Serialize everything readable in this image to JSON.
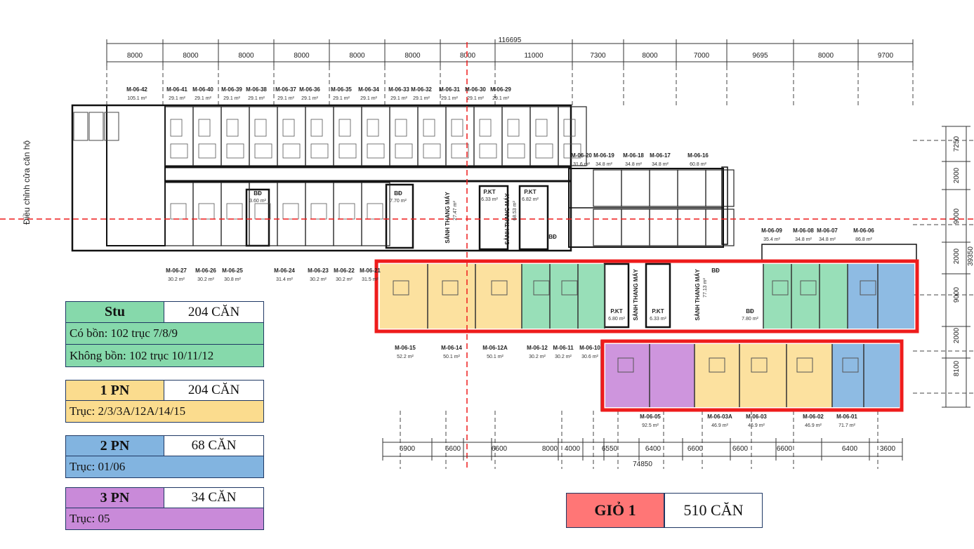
{
  "plan": {
    "side_label": "Điều chỉnh cửa căn hộ",
    "total_dimension_top": "116695",
    "total_dimension_bottom": "74850",
    "top_dimensions": [
      "8000",
      "8000",
      "8000",
      "8000",
      "8000",
      "8000",
      "8000",
      "11000",
      "7300",
      "8000",
      "7000",
      "9695",
      "8000",
      "9700"
    ],
    "bottom_dimensions": [
      "6900",
      "6600",
      "6600",
      "8000",
      "4000",
      "6550",
      "6400",
      "6600",
      "6600",
      "6600",
      "6400",
      "3600"
    ],
    "right_dimensions": [
      "7250",
      "2000",
      "9000",
      "2000",
      "9000",
      "2000",
      "8100",
      "39350"
    ],
    "top_units": [
      {
        "code": "M-06-42",
        "area": "105.1 m²"
      },
      {
        "code": "M-06-41",
        "area": "29.1 m²"
      },
      {
        "code": "M-06-40",
        "area": "29.1 m²"
      },
      {
        "code": "M-06-39",
        "area": "29.1 m²"
      },
      {
        "code": "M-06-38",
        "area": "29.1 m²"
      },
      {
        "code": "M-06-37",
        "area": "29.1 m²"
      },
      {
        "code": "M-06-36",
        "area": "29.1 m²"
      },
      {
        "code": "M-06-35",
        "area": "29.1 m²"
      },
      {
        "code": "M-06-34",
        "area": "29.1 m²"
      },
      {
        "code": "M-06-33",
        "area": "29.1 m²"
      },
      {
        "code": "M-06-32",
        "area": "29.1 m²"
      },
      {
        "code": "M-06-31",
        "area": "29.1 m²"
      },
      {
        "code": "M-06-30",
        "area": "29.1 m²"
      },
      {
        "code": "M-06-29",
        "area": "29.1 m²"
      }
    ],
    "mid_units": [
      {
        "code": "M-06-20",
        "area": "31.6 m²"
      },
      {
        "code": "M-06-19",
        "area": "34.8 m²"
      },
      {
        "code": "M-06-18",
        "area": "34.8 m²"
      },
      {
        "code": "M-06-17",
        "area": "34.8 m²"
      },
      {
        "code": "M-06-16",
        "area": "60.8 m²"
      }
    ],
    "right_units": [
      {
        "code": "M-06-09",
        "area": "35.4 m²"
      },
      {
        "code": "M-06-08",
        "area": "34.8 m²"
      },
      {
        "code": "M-06-07",
        "area": "34.8 m²"
      },
      {
        "code": "M-06-06",
        "area": "86.8 m²"
      }
    ],
    "lower_units": [
      {
        "code": "M-06-27",
        "area": "30.2 m²"
      },
      {
        "code": "M-06-26",
        "area": "30.2 m²"
      },
      {
        "code": "M-06-25",
        "area": "30.8 m²"
      },
      {
        "code": "M-06-24",
        "area": "31.4 m²"
      },
      {
        "code": "M-06-23",
        "area": "30.2 m²"
      },
      {
        "code": "M-06-22",
        "area": "30.2 m²"
      },
      {
        "code": "M-06-21",
        "area": "31.5 m²"
      }
    ],
    "bottom_units_a": [
      {
        "code": "M-06-15",
        "area": "52.2 m²"
      },
      {
        "code": "M-06-14",
        "area": "50.1 m²"
      },
      {
        "code": "M-06-12A",
        "area": "50.1 m²"
      },
      {
        "code": "M-06-12",
        "area": "30.2 m²"
      },
      {
        "code": "M-06-11",
        "area": "30.2 m²"
      },
      {
        "code": "M-06-10",
        "area": "30.6 m²"
      }
    ],
    "bottom_units_b": [
      {
        "code": "M-06-05",
        "area": "92.5 m²"
      },
      {
        "code": "M-06-03A",
        "area": "46.9 m²"
      },
      {
        "code": "M-06-03",
        "area": "46.9 m²"
      },
      {
        "code": "M-06-02",
        "area": "46.9 m²"
      },
      {
        "code": "M-06-01",
        "area": "71.7 m²"
      }
    ],
    "rooms": {
      "bd": "BĐ",
      "pkt": "P.KT",
      "lobby": "SẢNH THANG MÁY",
      "bd_area_1": "3.60 m²",
      "bd_area_2": "7.70 m²",
      "bd_area_3": "7.80 m²",
      "pkt_area_1": "6.33 m²",
      "pkt_area_2": "6.82 m²",
      "pkt_area_3": "6.80 m²",
      "pkt_area_4": "6.33 m²",
      "lobby_area_1": "27.47 m²",
      "lobby_area_2": "68.53 m²",
      "lobby_area_3": "77.13 m²"
    }
  },
  "legend": [
    {
      "type": "Stu",
      "count": "204 CĂN",
      "color": "#86d9ab",
      "lines": [
        "Có bồn: 102 trục 7/8/9",
        "Không bồn: 102 trục 10/11/12"
      ]
    },
    {
      "type": "1 PN",
      "count": "204 CĂN",
      "color": "#fbdc8e",
      "lines": [
        "Trục: 2/3/3A/12A/14/15"
      ]
    },
    {
      "type": "2 PN",
      "count": "68 CĂN",
      "color": "#82b4e0",
      "lines": [
        "Trục: 01/06"
      ]
    },
    {
      "type": "3 PN",
      "count": "34 CĂN",
      "color": "#c98ad9",
      "lines": [
        "Trục: 05"
      ]
    }
  ],
  "total": {
    "name": "GIỎ 1",
    "count": "510 CĂN",
    "color": "#ff7676"
  },
  "colors": {
    "stu": "#86d9ab",
    "one_pn": "#fbdc8e",
    "two_pn": "#82b4e0",
    "three_pn": "#c98ad9",
    "highlight": "#ee1c1c",
    "axis": "#ee1c1c",
    "wall": "#111111"
  }
}
